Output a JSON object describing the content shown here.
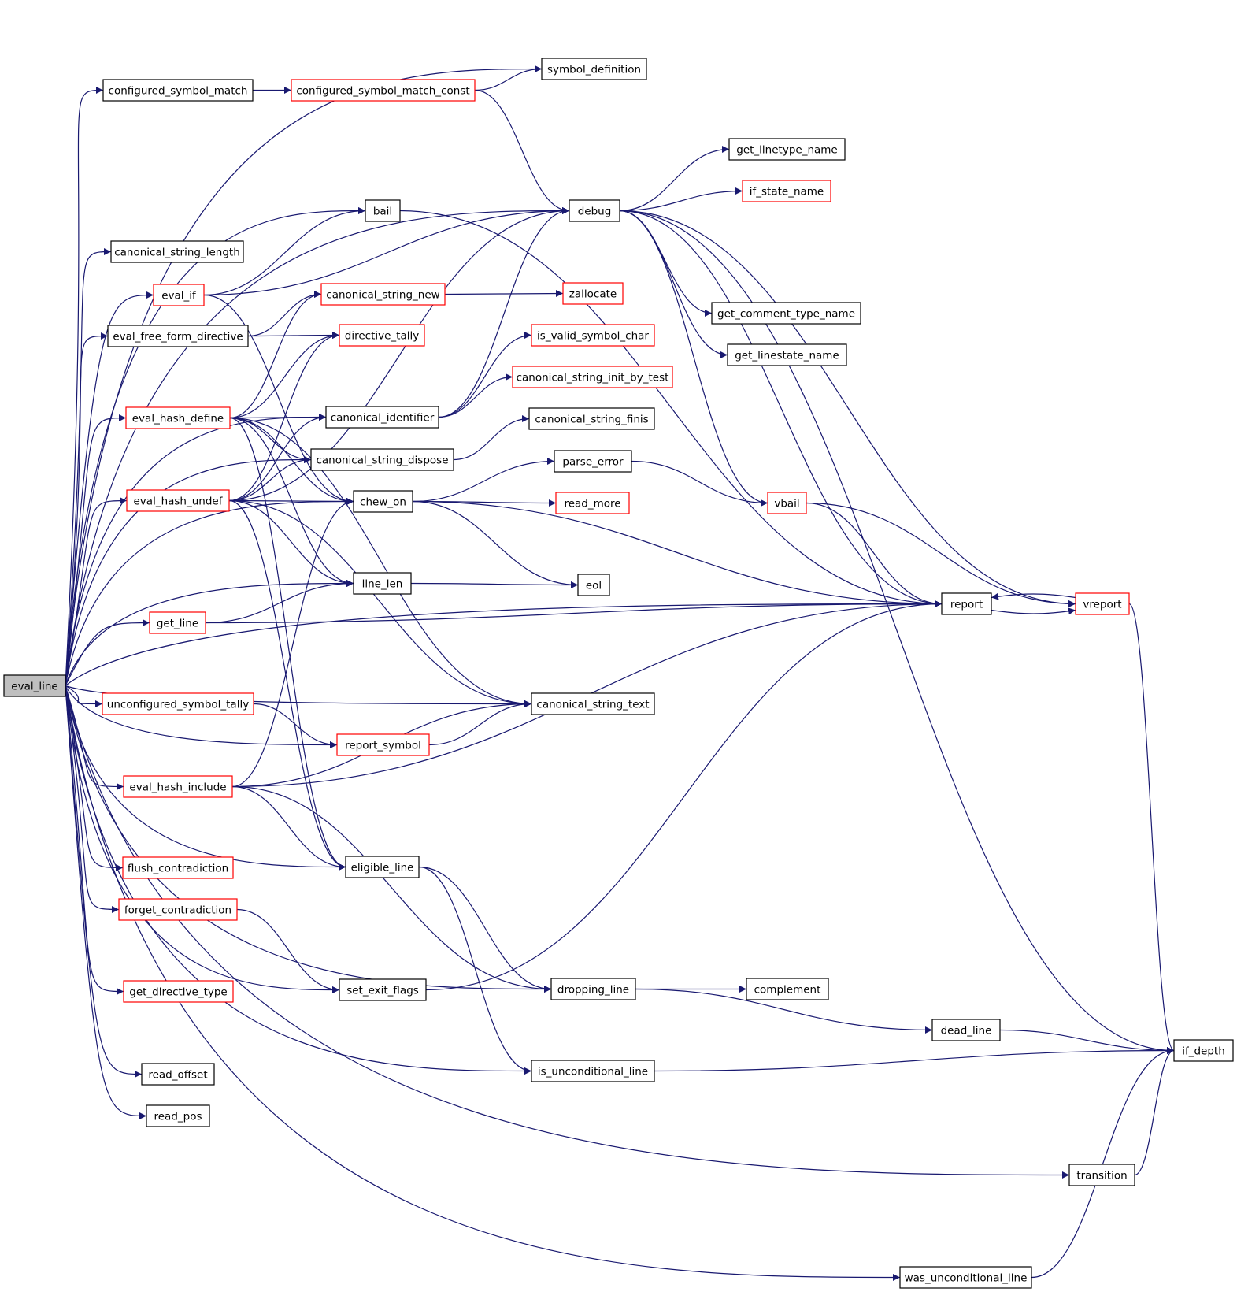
{
  "graph": {
    "root_label": "eval_line",
    "colors": {
      "edge": "#191970",
      "truncated_border": "#ff0000",
      "normal_border": "#000000",
      "root_fill": "#bfbfbf"
    },
    "nodes": {
      "eval_line": "eval_line",
      "configured_symbol_match": "configured_symbol_match",
      "configured_symbol_match_const": "configured_symbol_match_const",
      "symbol_definition": "symbol_definition",
      "get_linetype_name": "get_linetype_name",
      "bail": "bail",
      "debug": "debug",
      "if_state_name": "if_state_name",
      "canonical_string_length": "canonical_string_length",
      "eval_if": "eval_if",
      "canonical_string_new": "canonical_string_new",
      "zallocate": "zallocate",
      "get_comment_type_name": "get_comment_type_name",
      "eval_free_form_directive": "eval_free_form_directive",
      "directive_tally": "directive_tally",
      "is_valid_symbol_char": "is_valid_symbol_char",
      "get_linestate_name": "get_linestate_name",
      "canonical_string_init_by_test": "canonical_string_init_by_test",
      "eval_hash_define": "eval_hash_define",
      "canonical_identifier": "canonical_identifier",
      "canonical_string_finis": "canonical_string_finis",
      "canonical_string_dispose": "canonical_string_dispose",
      "parse_error": "parse_error",
      "eval_hash_undef": "eval_hash_undef",
      "chew_on": "chew_on",
      "read_more": "read_more",
      "vbail": "vbail",
      "line_len": "line_len",
      "eol": "eol",
      "get_line": "get_line",
      "report": "report",
      "vreport": "vreport",
      "unconfigured_symbol_tally": "unconfigured_symbol_tally",
      "canonical_string_text": "canonical_string_text",
      "report_symbol": "report_symbol",
      "eval_hash_include": "eval_hash_include",
      "flush_contradiction": "flush_contradiction",
      "eligible_line": "eligible_line",
      "forget_contradiction": "forget_contradiction",
      "get_directive_type": "get_directive_type",
      "set_exit_flags": "set_exit_flags",
      "dropping_line": "dropping_line",
      "complement": "complement",
      "dead_line": "dead_line",
      "if_depth": "if_depth",
      "read_offset": "read_offset",
      "is_unconditional_line": "is_unconditional_line",
      "read_pos": "read_pos",
      "transition": "transition",
      "was_unconditional_line": "was_unconditional_line"
    },
    "truncated_nodes": [
      "configured_symbol_match_const",
      "if_state_name",
      "eval_if",
      "canonical_string_new",
      "zallocate",
      "directive_tally",
      "is_valid_symbol_char",
      "canonical_string_init_by_test",
      "eval_hash_define",
      "eval_hash_undef",
      "read_more",
      "vbail",
      "get_line",
      "vreport",
      "unconfigured_symbol_tally",
      "report_symbol",
      "eval_hash_include",
      "flush_contradiction",
      "forget_contradiction",
      "get_directive_type"
    ],
    "edges": [
      [
        "eval_line",
        "configured_symbol_match"
      ],
      [
        "eval_line",
        "symbol_definition"
      ],
      [
        "eval_line",
        "debug"
      ],
      [
        "eval_line",
        "bail"
      ],
      [
        "eval_line",
        "canonical_string_length"
      ],
      [
        "eval_line",
        "eval_if"
      ],
      [
        "eval_line",
        "eval_free_form_directive"
      ],
      [
        "eval_line",
        "canonical_identifier"
      ],
      [
        "eval_line",
        "eval_hash_define"
      ],
      [
        "eval_line",
        "canonical_string_dispose"
      ],
      [
        "eval_line",
        "eval_hash_undef"
      ],
      [
        "eval_line",
        "chew_on"
      ],
      [
        "eval_line",
        "line_len"
      ],
      [
        "eval_line",
        "get_line"
      ],
      [
        "eval_line",
        "canonical_string_text"
      ],
      [
        "eval_line",
        "unconfigured_symbol_tally"
      ],
      [
        "eval_line",
        "report_symbol"
      ],
      [
        "eval_line",
        "eval_hash_include"
      ],
      [
        "eval_line",
        "report"
      ],
      [
        "eval_line",
        "flush_contradiction"
      ],
      [
        "eval_line",
        "forget_contradiction"
      ],
      [
        "eval_line",
        "get_directive_type"
      ],
      [
        "eval_line",
        "set_exit_flags"
      ],
      [
        "eval_line",
        "dropping_line"
      ],
      [
        "eval_line",
        "read_offset"
      ],
      [
        "eval_line",
        "read_pos"
      ],
      [
        "eval_line",
        "eligible_line"
      ],
      [
        "eval_line",
        "is_unconditional_line"
      ],
      [
        "eval_line",
        "transition"
      ],
      [
        "eval_line",
        "was_unconditional_line"
      ],
      [
        "configured_symbol_match",
        "configured_symbol_match_const"
      ],
      [
        "configured_symbol_match_const",
        "symbol_definition"
      ],
      [
        "configured_symbol_match_const",
        "debug"
      ],
      [
        "debug",
        "get_linetype_name"
      ],
      [
        "debug",
        "if_state_name"
      ],
      [
        "debug",
        "get_comment_type_name"
      ],
      [
        "debug",
        "get_linestate_name"
      ],
      [
        "debug",
        "vbail"
      ],
      [
        "debug",
        "report"
      ],
      [
        "debug",
        "vreport"
      ],
      [
        "debug",
        "if_depth"
      ],
      [
        "bail",
        "report"
      ],
      [
        "eval_if",
        "bail"
      ],
      [
        "eval_if",
        "debug"
      ],
      [
        "eval_if",
        "chew_on"
      ],
      [
        "eval_free_form_directive",
        "canonical_string_new"
      ],
      [
        "eval_free_form_directive",
        "directive_tally"
      ],
      [
        "canonical_string_new",
        "zallocate"
      ],
      [
        "canonical_identifier",
        "debug"
      ],
      [
        "canonical_identifier",
        "is_valid_symbol_char"
      ],
      [
        "canonical_identifier",
        "canonical_string_init_by_test"
      ],
      [
        "eval_hash_define",
        "canonical_string_new"
      ],
      [
        "eval_hash_define",
        "directive_tally"
      ],
      [
        "eval_hash_define",
        "canonical_identifier"
      ],
      [
        "eval_hash_define",
        "canonical_string_dispose"
      ],
      [
        "eval_hash_define",
        "chew_on"
      ],
      [
        "eval_hash_define",
        "line_len"
      ],
      [
        "eval_hash_define",
        "canonical_string_text"
      ],
      [
        "eval_hash_define",
        "eligible_line"
      ],
      [
        "eval_hash_undef",
        "debug"
      ],
      [
        "eval_hash_undef",
        "directive_tally"
      ],
      [
        "eval_hash_undef",
        "canonical_identifier"
      ],
      [
        "eval_hash_undef",
        "canonical_string_dispose"
      ],
      [
        "eval_hash_undef",
        "chew_on"
      ],
      [
        "eval_hash_undef",
        "line_len"
      ],
      [
        "eval_hash_undef",
        "canonical_string_text"
      ],
      [
        "eval_hash_undef",
        "eligible_line"
      ],
      [
        "canonical_string_dispose",
        "canonical_string_finis"
      ],
      [
        "chew_on",
        "parse_error"
      ],
      [
        "chew_on",
        "read_more"
      ],
      [
        "chew_on",
        "eol"
      ],
      [
        "chew_on",
        "report"
      ],
      [
        "parse_error",
        "vbail"
      ],
      [
        "vbail",
        "report"
      ],
      [
        "vbail",
        "vreport"
      ],
      [
        "line_len",
        "eol"
      ],
      [
        "get_line",
        "line_len"
      ],
      [
        "get_line",
        "report"
      ],
      [
        "report",
        "vreport"
      ],
      [
        "vreport",
        "report"
      ],
      [
        "vreport",
        "if_depth"
      ],
      [
        "unconfigured_symbol_tally",
        "report_symbol"
      ],
      [
        "report_symbol",
        "canonical_string_text"
      ],
      [
        "eval_hash_include",
        "chew_on"
      ],
      [
        "eval_hash_include",
        "canonical_string_text"
      ],
      [
        "eval_hash_include",
        "report"
      ],
      [
        "eval_hash_include",
        "eligible_line"
      ],
      [
        "eval_hash_include",
        "dropping_line"
      ],
      [
        "eligible_line",
        "dropping_line"
      ],
      [
        "eligible_line",
        "is_unconditional_line"
      ],
      [
        "forget_contradiction",
        "set_exit_flags"
      ],
      [
        "set_exit_flags",
        "report"
      ],
      [
        "dropping_line",
        "complement"
      ],
      [
        "dropping_line",
        "dead_line"
      ],
      [
        "dead_line",
        "if_depth"
      ],
      [
        "is_unconditional_line",
        "if_depth"
      ],
      [
        "transition",
        "if_depth"
      ],
      [
        "was_unconditional_line",
        "if_depth"
      ]
    ]
  }
}
